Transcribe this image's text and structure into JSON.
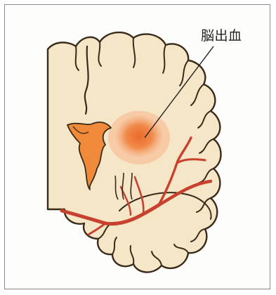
{
  "diagram": {
    "callout_label": "脳出血",
    "colors": {
      "brain_fill": "#f4e6c6",
      "brain_outline": "#3a2a1a",
      "vessel": "#c8412e",
      "hemorrhage_core": "#ee7a3a",
      "hemorrhage_glow": "#f7b48a",
      "ventricle": "#ef8a3a",
      "frame": "#8a8a8a",
      "label_text": "#222222"
    },
    "icons": [
      "brain-section-illustration",
      "hemorrhage-spot",
      "blood-vessel",
      "pointer-line"
    ]
  }
}
